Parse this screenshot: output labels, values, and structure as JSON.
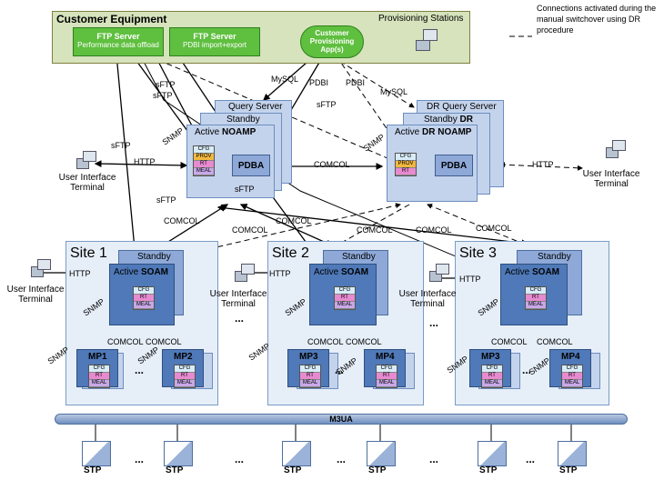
{
  "customer_equipment": {
    "title": "Customer Equipment",
    "provisioning_stations": "Provisioning Stations",
    "ftp1": {
      "title": "FTP Server",
      "sub": "Performance data offload"
    },
    "ftp2": {
      "title": "FTP Server",
      "sub": "PDBI import+export"
    },
    "prov_app": "Customer Provisioning App(s)"
  },
  "legend": {
    "text": "Connections activated during the manual switchover using DR procedure"
  },
  "noamp": {
    "query": "Query Server",
    "standby": "Standby",
    "active": "Active ",
    "active_bold": "NOAMP",
    "pdba": "PDBA"
  },
  "dr_noamp": {
    "query": "DR Query Server",
    "standby": "Standby ",
    "standby_bold": "DR",
    "active": "Active ",
    "active_bold": "DR NOAMP",
    "pdba": "PDBA"
  },
  "db": {
    "cfg": "CFG",
    "prov": "PROV",
    "rt": "RT",
    "meal": "MEAL"
  },
  "labels": {
    "sftp": "sFTP",
    "mysql": "MySQL",
    "pdbi": "PDBI",
    "snmp": "SNMP",
    "http": "HTTP",
    "comcol": "COMCOL",
    "uit": "User Interface Terminal",
    "dots": "...",
    "stp": "STP",
    "m3ua": "M3UA"
  },
  "sites": [
    {
      "title": "Site 1",
      "standby": "Standby",
      "active": "Active ",
      "soam": "SOAM",
      "mp_a": "MP1",
      "mp_b": "MP2"
    },
    {
      "title": "Site 2",
      "standby": "Standby",
      "active": "Active ",
      "soam": "SOAM",
      "mp_a": "MP3",
      "mp_b": "MP4"
    },
    {
      "title": "Site 3",
      "standby": "Standby",
      "active": "Active ",
      "soam": "SOAM",
      "mp_a": "MP3",
      "mp_b": "MP4"
    }
  ]
}
